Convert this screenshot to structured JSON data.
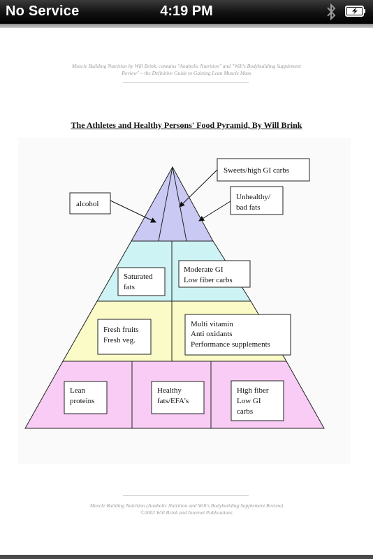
{
  "status_bar": {
    "carrier": "No Service",
    "time": "4:19 PM",
    "bluetooth_icon": "bluetooth-icon",
    "battery_icon": "battery-charging-icon"
  },
  "document": {
    "header_line1": "Muscle Building Nutrition by Will Brink, contains \"Anabolic Nutrition\" and \"Will's Bodybuilding Supplement",
    "header_line2": "Review\" – the Definitive Guide to Gaining Lean Muscle Mass",
    "title": "The Athletes and Healthy Persons' Food Pyramid, By Will Brink",
    "footer_line1": "Muscle Building Nutrition (Anabolic Nutrition and Will's Bodybuilding Supplement Review)",
    "footer_line2": "©2003  Will Brink and Internet Publications"
  },
  "pyramid": {
    "colors": {
      "top": "#c9c9f3",
      "second": "#cdf3f4",
      "third": "#fbfbc8",
      "base": "#f8ccf4"
    },
    "top_labels": {
      "sweets": "Sweets/high GI carbs",
      "alcohol": "alcohol",
      "fats_line1": "Unhealthy/",
      "fats_line2": "bad fats"
    },
    "tier2": {
      "saturated_line1": "Saturated",
      "saturated_line2": "fats",
      "moderate_line1": "Moderate GI",
      "moderate_line2": "Low fiber carbs"
    },
    "tier3": {
      "fresh_line1": "Fresh fruits",
      "fresh_line2": "Fresh veg.",
      "multi_line1": "Multi vitamin",
      "multi_line2": "Anti oxidants",
      "multi_line3": "Performance supplements"
    },
    "base": {
      "lean_line1": "Lean",
      "lean_line2": "proteins",
      "healthy_line1": "Healthy",
      "healthy_line2": "fats/EFA's",
      "fiber_line1": "High fiber",
      "fiber_line2": "Low GI",
      "fiber_line3": "carbs"
    }
  }
}
